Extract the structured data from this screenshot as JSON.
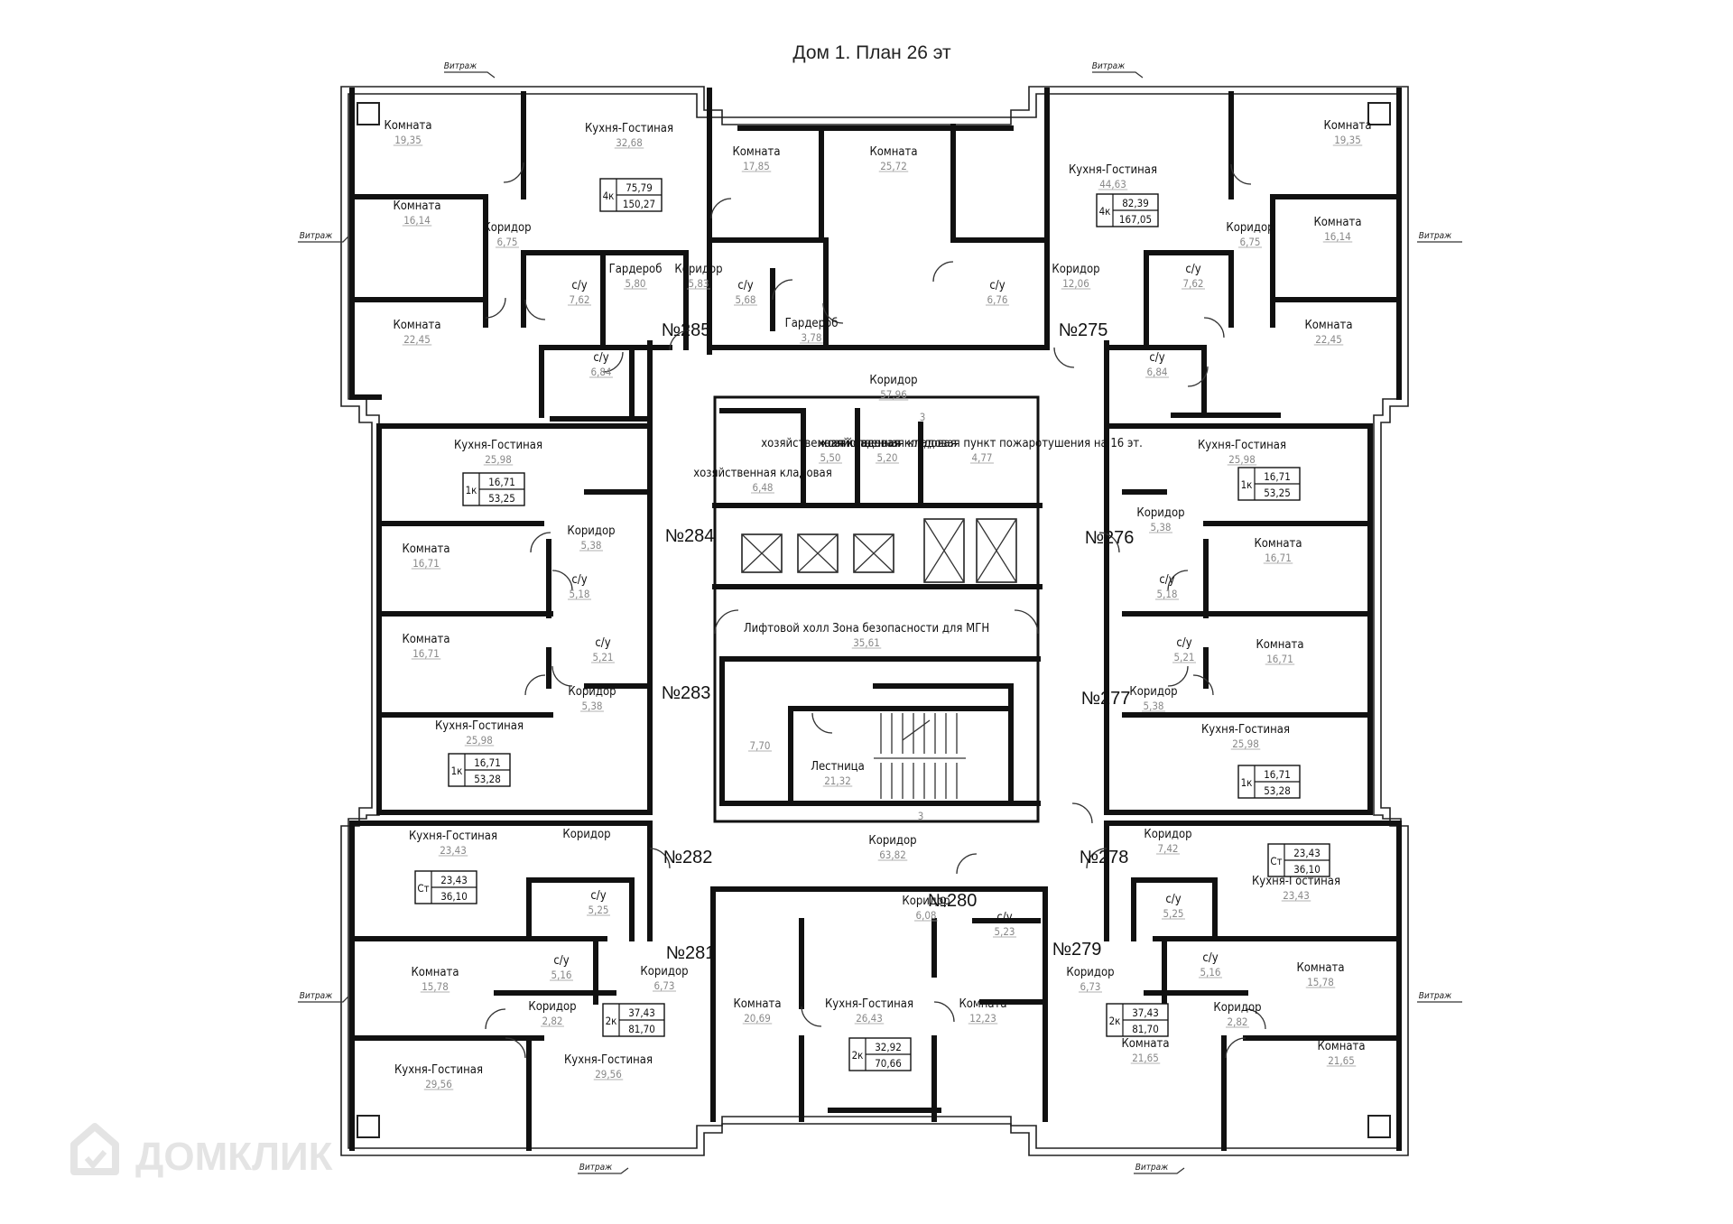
{
  "title": "Дом 1. План 26 эт",
  "watermark": "ДОМКЛИК",
  "vitrazh_label": "Витраж",
  "vitrazh_count": 8,
  "apartments": [
    "№285",
    "№284",
    "№283",
    "№282",
    "№281",
    "№280",
    "№279",
    "№278",
    "№277",
    "№276",
    "№275"
  ],
  "rooms": [
    {
      "name": "Комната",
      "area": "19,35"
    },
    {
      "name": "Кухня-Гостиная",
      "area": "32,68"
    },
    {
      "name": "Комната",
      "area": "17,85"
    },
    {
      "name": "Комната",
      "area": "25,72"
    },
    {
      "name": "Кухня-Гостиная",
      "area": "44,63"
    },
    {
      "name": "Комната",
      "area": "19,35"
    },
    {
      "name": "Комната",
      "area": "16,14"
    },
    {
      "name": "Коридор",
      "area": "6,75"
    },
    {
      "name": "с/у",
      "area": "7,62"
    },
    {
      "name": "Гардероб",
      "area": "5,80"
    },
    {
      "name": "Коридор",
      "area": "5,83"
    },
    {
      "name": "с/у",
      "area": "5,68"
    },
    {
      "name": "Гардероб",
      "area": "3,78"
    },
    {
      "name": "с/у",
      "area": "6,76"
    },
    {
      "name": "Коридор",
      "area": "12,06"
    },
    {
      "name": "с/у",
      "area": "7,62"
    },
    {
      "name": "Коридор",
      "area": "6,75"
    },
    {
      "name": "Комната",
      "area": "16,14"
    },
    {
      "name": "Комната",
      "area": "22,45"
    },
    {
      "name": "с/у",
      "area": "6,84"
    },
    {
      "name": "Коридор",
      "area": "57,96"
    },
    {
      "name": "с/у",
      "area": "6,84"
    },
    {
      "name": "Комната",
      "area": "22,45"
    },
    {
      "name": "Кухня-Гостиная",
      "area": "25,98"
    },
    {
      "name": "хозяйственная кладовая",
      "area": "6,48"
    },
    {
      "name": "хозяйственная кладовая",
      "area": "5,50"
    },
    {
      "name": "хозяйственная кладовая",
      "area": "5,20"
    },
    {
      "name": "хозяйственная кладовая пункт пожаротушения на 16 эт.",
      "area": "4,77"
    },
    {
      "name": "Кухня-Гостиная",
      "area": "25,98"
    },
    {
      "name": "Коридор",
      "area": "5,38"
    },
    {
      "name": "Коридор",
      "area": "5,38"
    },
    {
      "name": "Комната",
      "area": "16,71"
    },
    {
      "name": "с/у",
      "area": "5,18"
    },
    {
      "name": "с/у",
      "area": "5,18"
    },
    {
      "name": "Комната",
      "area": "16,71"
    },
    {
      "name": "Лифтовой холл Зона безопасности для МГН",
      "area": "35,61"
    },
    {
      "name": "Комната",
      "area": "16,71"
    },
    {
      "name": "с/у",
      "area": "5,21"
    },
    {
      "name": "с/у",
      "area": "5,21"
    },
    {
      "name": "Комната",
      "area": "16,71"
    },
    {
      "name": "Коридор",
      "area": "5,38"
    },
    {
      "name": "Коридор",
      "area": "5,38"
    },
    {
      "name": "Кухня-Гостиная",
      "area": "25,98"
    },
    {
      "name": "",
      "area": "7,70"
    },
    {
      "name": "Лестница",
      "area": "21,32"
    },
    {
      "name": "Кухня-Гостиная",
      "area": "25,98"
    },
    {
      "name": "Кухня-Гостиная",
      "area": "23,43"
    },
    {
      "name": "Коридор",
      "area": ""
    },
    {
      "name": "Коридор",
      "area": "63,82"
    },
    {
      "name": "Коридор",
      "area": "7,42"
    },
    {
      "name": "Кухня-Гостиная",
      "area": "23,43"
    },
    {
      "name": "с/у",
      "area": "5,25"
    },
    {
      "name": "Коридор",
      "area": "6,08"
    },
    {
      "name": "с/у",
      "area": "5,23"
    },
    {
      "name": "с/у",
      "area": "5,25"
    },
    {
      "name": "Комната",
      "area": "15,78"
    },
    {
      "name": "с/у",
      "area": "5,16"
    },
    {
      "name": "Коридор",
      "area": "6,73"
    },
    {
      "name": "Коридор",
      "area": "6,73"
    },
    {
      "name": "с/у",
      "area": "5,16"
    },
    {
      "name": "Комната",
      "area": "15,78"
    },
    {
      "name": "Коридор",
      "area": "2,82"
    },
    {
      "name": "Комната",
      "area": "20,69"
    },
    {
      "name": "Кухня-Гостиная",
      "area": "26,43"
    },
    {
      "name": "Комната",
      "area": "12,23"
    },
    {
      "name": "Коридор",
      "area": "2,82"
    },
    {
      "name": "Кухня-Гостиная",
      "area": "29,56"
    },
    {
      "name": "Комната",
      "area": "21,65"
    },
    {
      "name": "Кухня-Гостиная",
      "area": "29,56"
    },
    {
      "name": "Комната",
      "area": "21,65"
    }
  ],
  "unit_tags": [
    {
      "type": "4к",
      "living": "75,79",
      "total": "150,27"
    },
    {
      "type": "4к",
      "living": "82,39",
      "total": "167,05"
    },
    {
      "type": "1к",
      "living": "16,71",
      "total": "53,25"
    },
    {
      "type": "1к",
      "living": "16,71",
      "total": "53,25"
    },
    {
      "type": "1к",
      "living": "16,71",
      "total": "53,28"
    },
    {
      "type": "1к",
      "living": "16,71",
      "total": "53,28"
    },
    {
      "type": "Ст",
      "living": "23,43",
      "total": "36,10"
    },
    {
      "type": "Ст",
      "living": "23,43",
      "total": "36,10"
    },
    {
      "type": "2к",
      "living": "37,43",
      "total": "81,70"
    },
    {
      "type": "2к",
      "living": "32,92",
      "total": "70,66"
    },
    {
      "type": "2к",
      "living": "37,43",
      "total": "81,70"
    }
  ],
  "marks": [
    "3",
    "3"
  ]
}
